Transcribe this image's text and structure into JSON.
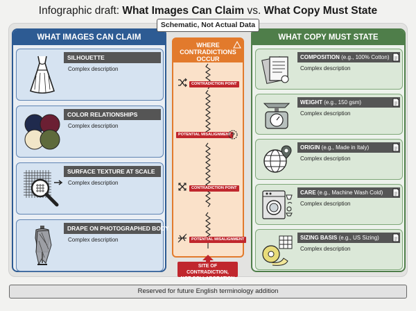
{
  "header": {
    "prefix": "Infographic draft: ",
    "bold1": "What Images Can Claim",
    "mid": " vs. ",
    "bold2": "What Copy Must State"
  },
  "badge": "Schematic, Not Actual Data",
  "left": {
    "title": "WHAT IMAGES CAN CLAIM",
    "cards": [
      {
        "label": "SILHOUETTE",
        "desc": "Complex description",
        "icon": "dress-icon"
      },
      {
        "label": "COLOR RELATIONSHIPS",
        "desc": "Complex description",
        "icon": "color-circles-icon"
      },
      {
        "label": "SURFACE TEXTURE AT SCALE",
        "desc": "Complex description",
        "icon": "magnifier-fabric-icon"
      },
      {
        "label": "DRAPE ON PHOTOGRAPHED BODY",
        "desc": "Complex description",
        "icon": "mannequin-icon"
      }
    ]
  },
  "middle": {
    "title_line1": "WHERE",
    "title_line2": "CONTRADICTIONS",
    "title_line3": "OCCUR",
    "markers": [
      "CONTRADICTION POINT",
      "POTENTIAL MISALIGNMENT",
      "CONTRADICTION POINT",
      "POTENTIAL MISALIGNMENT"
    ],
    "site_line1": "SITE OF CONTRADICTION,",
    "site_line2": "NOT COLLABORATION"
  },
  "right": {
    "title": "WHAT COPY MUST STATE",
    "cards": [
      {
        "key": "COMPOSITION",
        "example": " (e.g., 100% Cotton)",
        "desc": "Complex description",
        "icon": "document-stack-icon"
      },
      {
        "key": "WEIGHT",
        "example": " (e.g., 150 gsm)",
        "desc": "Complex description",
        "icon": "scale-icon"
      },
      {
        "key": "ORIGIN",
        "example": " (e.g., Made in Italy)",
        "desc": "Complex description",
        "icon": "globe-pin-icon"
      },
      {
        "key": "CARE",
        "example": " (e.g., Machine Wash Cold)",
        "desc": "Complex description",
        "icon": "washing-machine-icon"
      },
      {
        "key": "SIZING BASIS",
        "example": " (e.g., US Sizing)",
        "desc": "Complex description",
        "icon": "tape-measure-icon"
      }
    ]
  },
  "footer": "Reserved for future English terminology addition",
  "colors": {
    "left_accent": "#2d5b93",
    "right_accent": "#4f7e4a",
    "middle_accent": "#e27a2c",
    "alert": "#c0272d"
  }
}
